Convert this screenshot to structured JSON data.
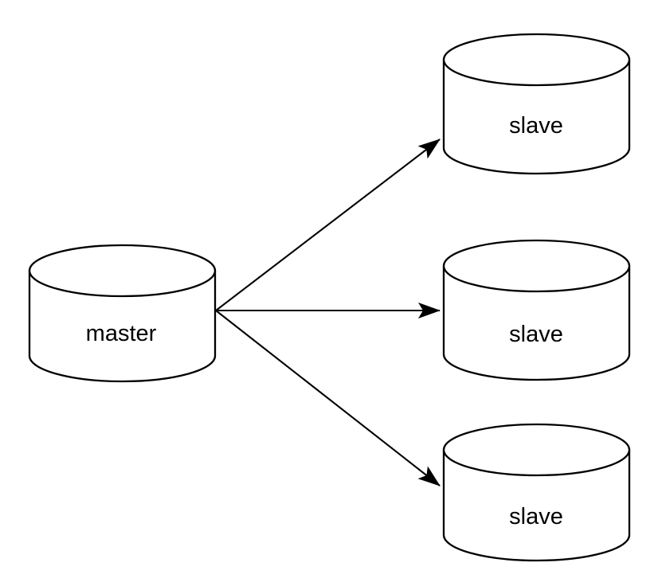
{
  "diagram": {
    "type": "master-slave-replication",
    "nodes": [
      {
        "id": "master",
        "label": "master",
        "shape": "database-cylinder"
      },
      {
        "id": "slave-top",
        "label": "slave",
        "shape": "database-cylinder"
      },
      {
        "id": "slave-middle",
        "label": "slave",
        "shape": "database-cylinder"
      },
      {
        "id": "slave-bottom",
        "label": "slave",
        "shape": "database-cylinder"
      }
    ],
    "edges": [
      {
        "from": "master",
        "to": "slave-top",
        "directed": true
      },
      {
        "from": "master",
        "to": "slave-middle",
        "directed": true
      },
      {
        "from": "master",
        "to": "slave-bottom",
        "directed": true
      }
    ],
    "colors": {
      "stroke": "#000000",
      "node_fill": "#ffffff",
      "background": "#ffffff"
    }
  }
}
